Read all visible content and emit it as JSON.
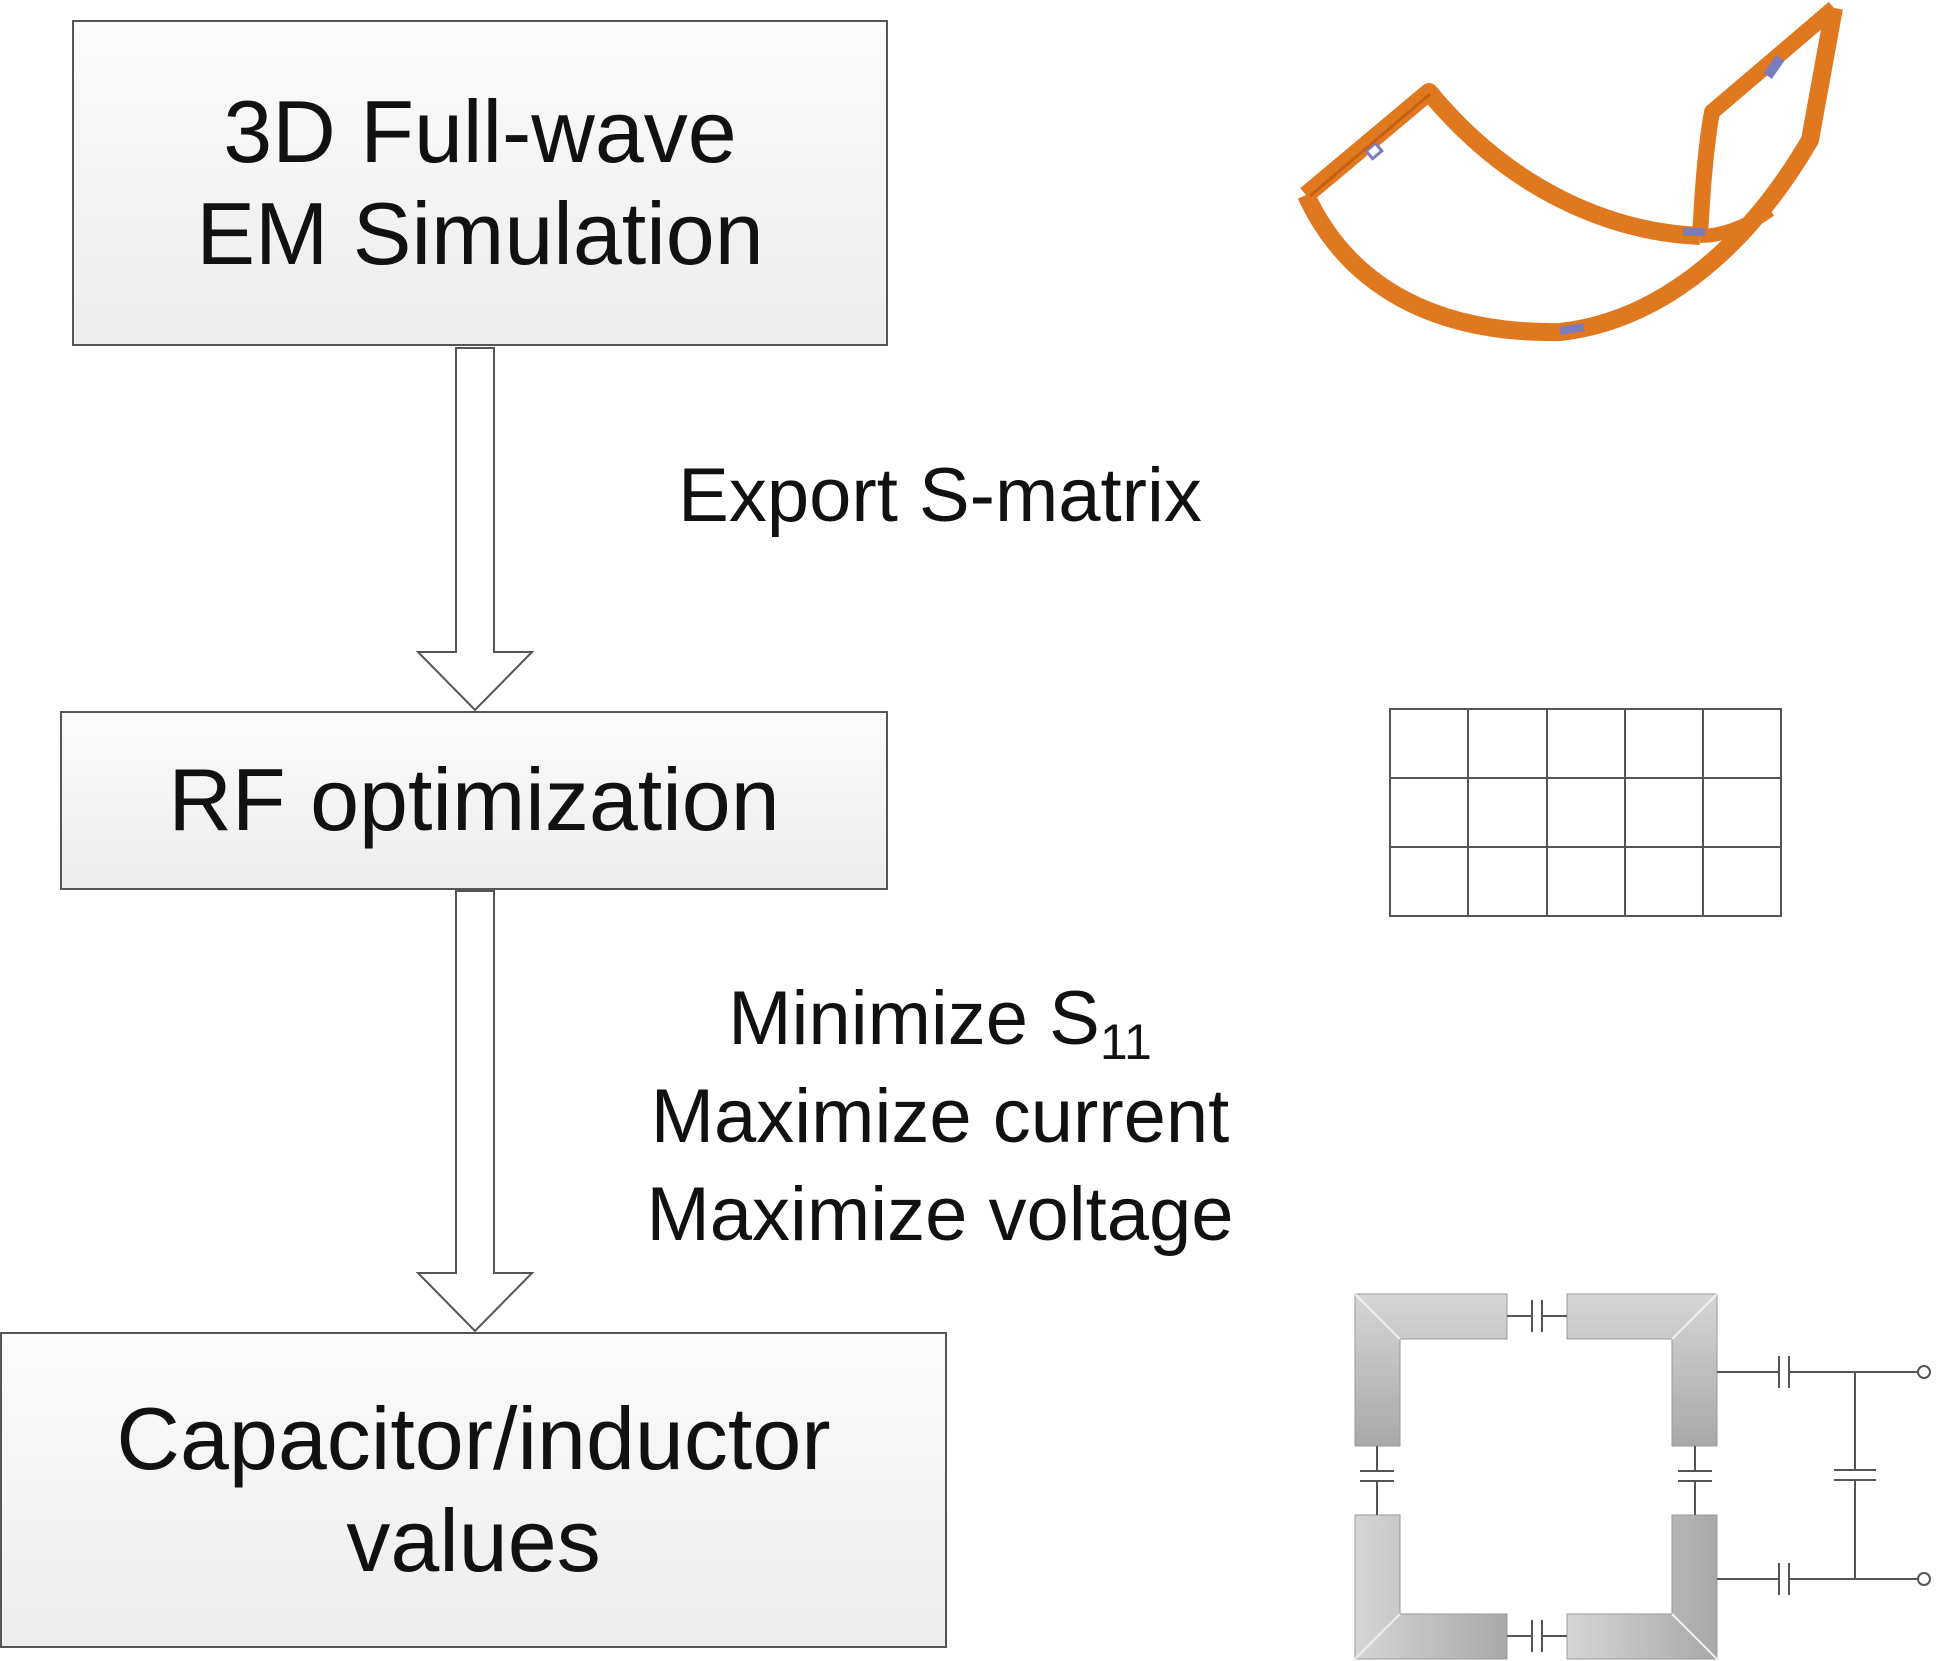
{
  "steps": [
    {
      "line1": "3D Full-wave",
      "line2": "EM Simulation"
    },
    {
      "line1": "RF optimization"
    },
    {
      "line1": "Capacitor/inductor",
      "line2": "values"
    }
  ],
  "transitions": {
    "first": {
      "text": "Export S-matrix"
    },
    "second": {
      "line1_main": "Minimize S",
      "line1_sub": "11",
      "line2": "Maximize current",
      "line3": "Maximize voltage"
    }
  },
  "colors": {
    "coil_orange": "#e07820",
    "coil_marker": "#7b7bc0",
    "coil_gray": "#bdbdbd",
    "line": "#555555"
  },
  "illustrations": {
    "top": "bent-coil-icon",
    "middle": "s-matrix-grid-icon",
    "bottom": "coil-circuit-icon"
  }
}
